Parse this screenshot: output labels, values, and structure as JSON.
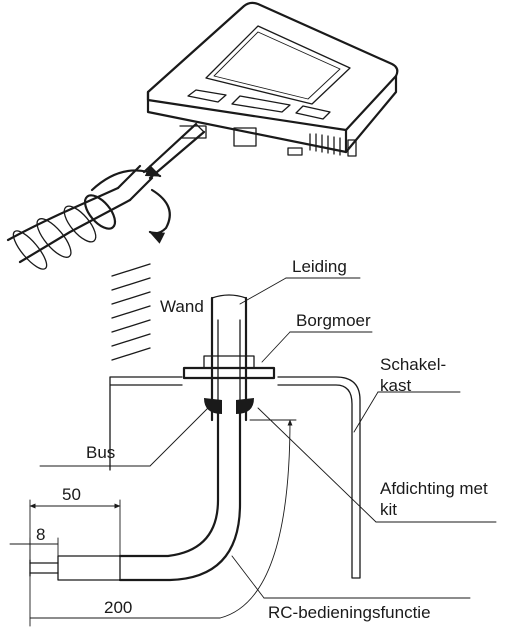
{
  "labels": {
    "wall": "Wand",
    "pipe": "Leiding",
    "locknut": "Borgmoer",
    "switchbox": "Schakel-\nkast",
    "bush": "Bus",
    "sealing": "Afdichting met\nkit",
    "rc_function": "RC-bedieningsfunctie"
  },
  "dimensions": {
    "d50": "50",
    "d8": "8",
    "d200": "200"
  }
}
